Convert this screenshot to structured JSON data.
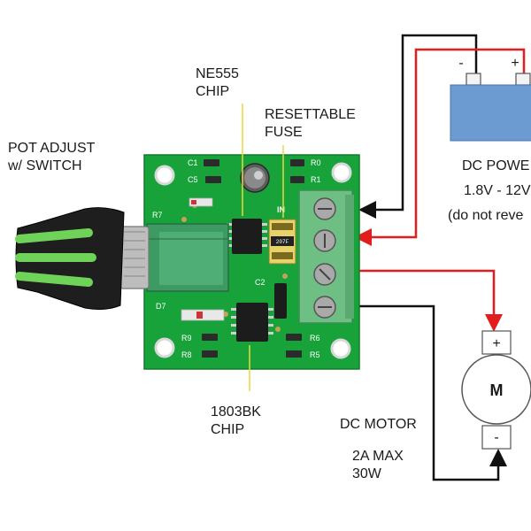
{
  "labels": {
    "pot": [
      "POT ADJUST",
      "w/ SWITCH"
    ],
    "ne555": [
      "NE555",
      "CHIP"
    ],
    "fuse": [
      "RESETTABLE",
      "FUSE"
    ],
    "power": [
      "DC POWE",
      "1.8V - 12V",
      "(do not reve"
    ],
    "motor": [
      "DC MOTOR",
      "2A MAX",
      "30W"
    ],
    "bk1803": [
      "1803BK",
      "CHIP"
    ]
  },
  "pcb": {
    "silkscreen": {
      "c1": "C1",
      "c5": "C5",
      "r7": "R7",
      "c2": "C2",
      "d7": "D7",
      "r9": "R9",
      "r8": "R8",
      "r0": "R0",
      "r1": "R1",
      "r6": "R6",
      "r5": "R5",
      "in": "IN"
    },
    "fuse_marking": "207F"
  },
  "battery": {
    "minus": "-",
    "plus": "+"
  },
  "motor_symbol": {
    "letter": "M",
    "plus": "+",
    "minus": "-"
  },
  "colors": {
    "pcb": "#18a33a",
    "terminal": "#6dbf83",
    "battery": "#6b9bd1",
    "wire_red": "#e31c1c",
    "wire_black": "#111111",
    "annotation": "#e8d83a"
  }
}
